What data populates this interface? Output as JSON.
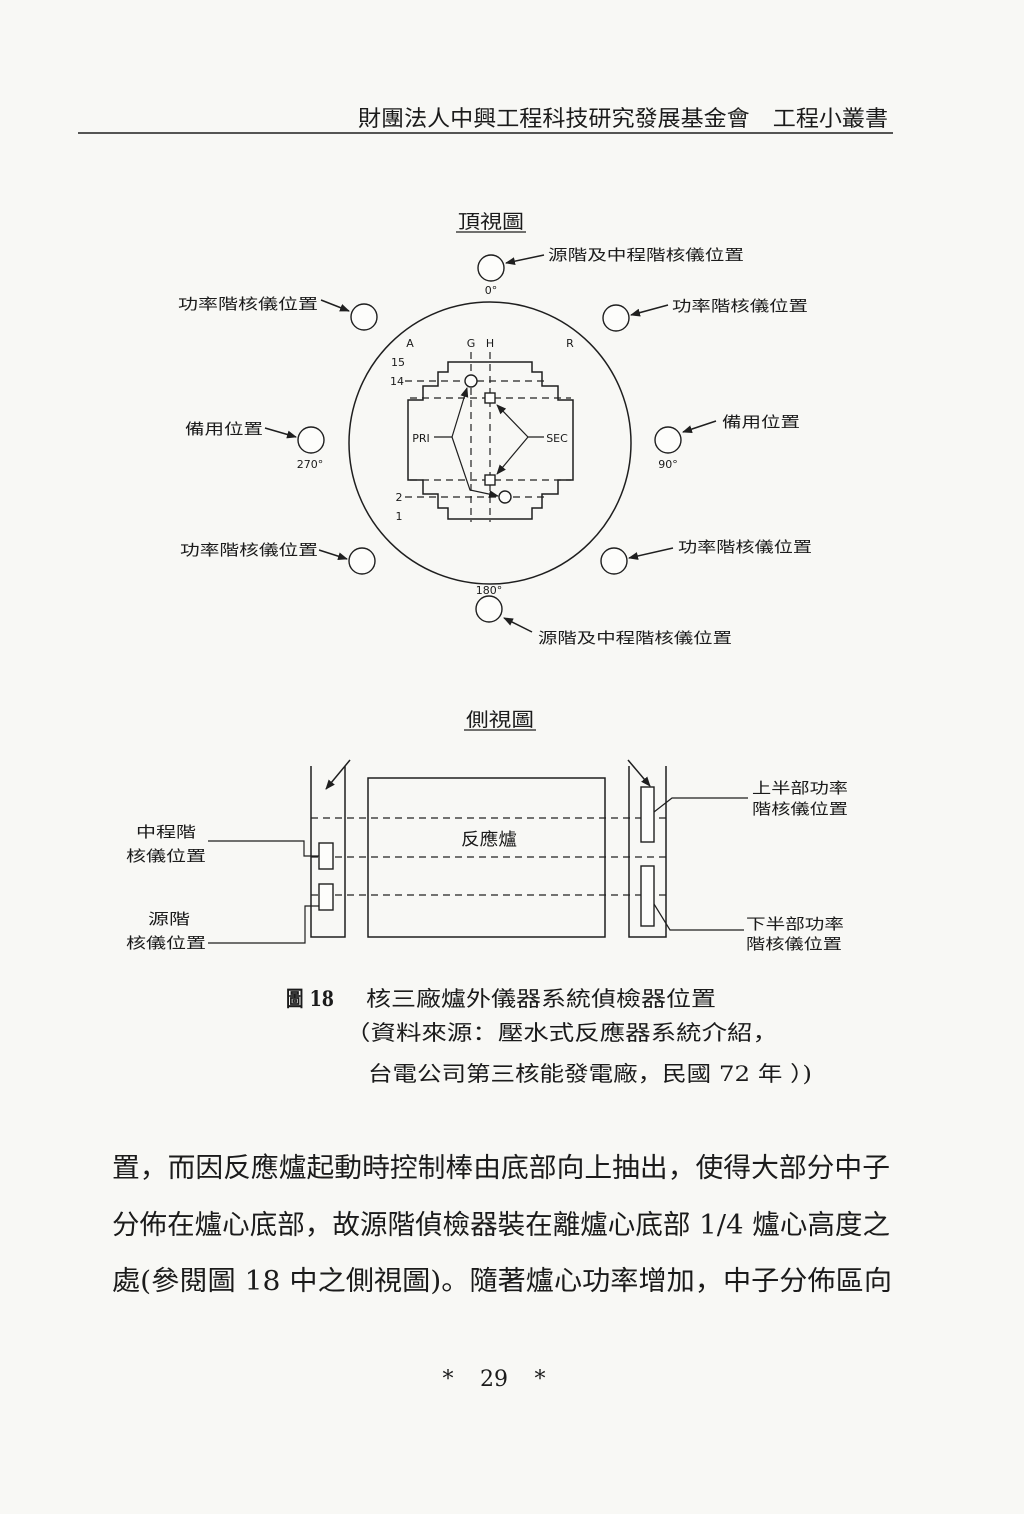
{
  "header": {
    "title": "財團法人中興工程科技研究發展基金會　工程小叢書"
  },
  "figure": {
    "top_view": {
      "title": "頂視圖",
      "labels": {
        "source_intermediate_top": "源階及中程階核儀位置",
        "source_intermediate_bottom": "源階及中程階核儀位置",
        "power_upper_left": "功率階核儀位置",
        "power_upper_right": "功率階核儀位置",
        "power_lower_left": "功率階核儀位置",
        "power_lower_right": "功率階核儀位置",
        "spare_left": "備用位置",
        "spare_right": "備用位置"
      },
      "angles": {
        "top": "0°",
        "right": "90°",
        "bottom": "180°",
        "left": "270°"
      },
      "core": {
        "col_a": "A",
        "col_g": "G",
        "col_h": "H",
        "col_r": "R",
        "row_15": "15",
        "row_14": "14",
        "row_2": "2",
        "row_1": "1",
        "pri": "PRI",
        "sec": "SEC"
      }
    },
    "side_view": {
      "title": "側視圖",
      "reactor": "反應爐",
      "labels": {
        "intermediate": [
          "中程階",
          "核儀位置"
        ],
        "source": [
          "源階",
          "核儀位置"
        ],
        "upper_power": [
          "上半部功率",
          "階核儀位置"
        ],
        "lower_power": [
          "下半部功率",
          "階核儀位置"
        ]
      }
    },
    "caption": {
      "number": "圖 18",
      "title": "核三廠爐外儀器系統偵檢器位置",
      "source_line1": "（資料來源：壓水式反應器系統介紹，",
      "source_line2": "台電公司第三核能發電廠，民國 72 年 ）)"
    }
  },
  "body": {
    "lines": [
      "置，而因反應爐起動時控制棒由底部向上抽出，使得大部分中子",
      "分佈在爐心底部，故源階偵檢器裝在離爐心底部 1/4 爐心高度之",
      "處(參閱圖 18 中之側視圖)。隨著爐心功率增加，中子分佈區向"
    ]
  },
  "page_number": {
    "left_mark": "*",
    "number": "29",
    "right_mark": "*"
  }
}
